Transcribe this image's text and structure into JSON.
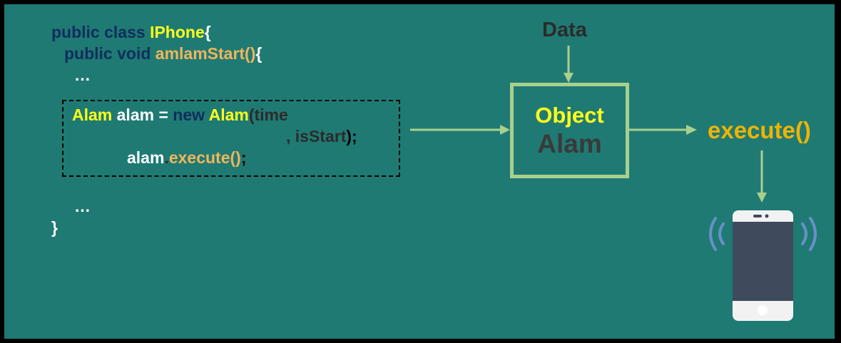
{
  "code": {
    "line1": {
      "kw": "public class ",
      "name": "IPhone",
      "brace": "{"
    },
    "line2": {
      "kw": "public void ",
      "name": "amlamStart()",
      "brace": "{"
    },
    "ellipsis1": "…",
    "box_line1": {
      "type": "Alam",
      "var": " alam ",
      "eq": "= ",
      "new_kw": "new ",
      "ctor": "Alam",
      "args": "(time"
    },
    "box_line2": {
      "args": ", isStart",
      "end": ");"
    },
    "box_line3": {
      "obj": "alam",
      "dot": ".",
      "method": "execute()",
      "end": ";"
    },
    "ellipsis2": "…",
    "close_brace": "}"
  },
  "diagram": {
    "data_label": "Data",
    "object_title": "Object",
    "object_subtitle": "Alam",
    "execute_label": "execute()"
  },
  "icons": [
    "smartphone-icon",
    "vibration-waves-icon"
  ],
  "colors": {
    "background": "#1f7a74",
    "keyword": "#0f2e5c",
    "highlight": "#ffff1a",
    "method": "#f0b55a",
    "arrow": "#a8d08d",
    "execute": "#f0b400"
  }
}
